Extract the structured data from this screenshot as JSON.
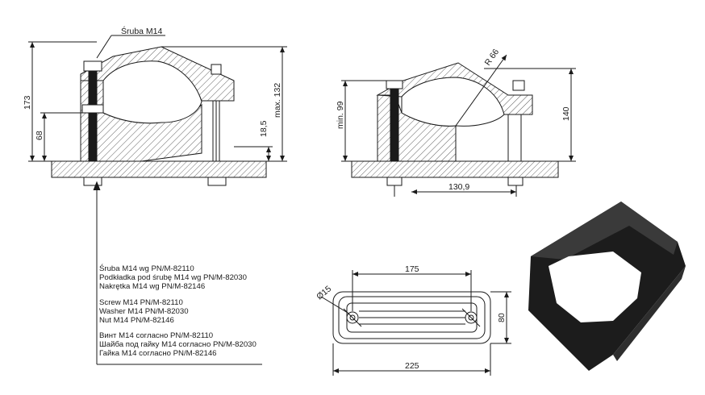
{
  "screw_callout": "Śruba M14",
  "dimensions": {
    "overall_height": "173",
    "lower_height": "68",
    "max_height": "max. 132",
    "gap": "18,5",
    "min_height": "min. 99",
    "radius": "R 66",
    "side_height": "140",
    "hole_offset": "130,9",
    "hole_spacing": "175",
    "base_width": "80",
    "base_length": "225",
    "hole_diameter": "Ø15"
  },
  "notes": {
    "polish": [
      "Śruba M14 wg PN/M-82110",
      "Podkładka pod śrubę M14 wg PN/M-82030",
      "Nakrętka M14 wg PN/M-82146"
    ],
    "english": [
      "Screw M14  PN/M-82110",
      "Washer M14 PN/M-82030",
      "Nut M14 PN/M-82146"
    ],
    "russian": [
      "Винт M14 согласно PN/M-82110",
      "Шайба под гайку M14 согласно PN/M-82030",
      "Гайка M14 согласно PN/M-82146"
    ]
  },
  "colors": {
    "line": "#1a1a1a",
    "hatch": "#333333",
    "product_body": "#1c1c1c",
    "product_highlight": "#3a3a3a"
  }
}
